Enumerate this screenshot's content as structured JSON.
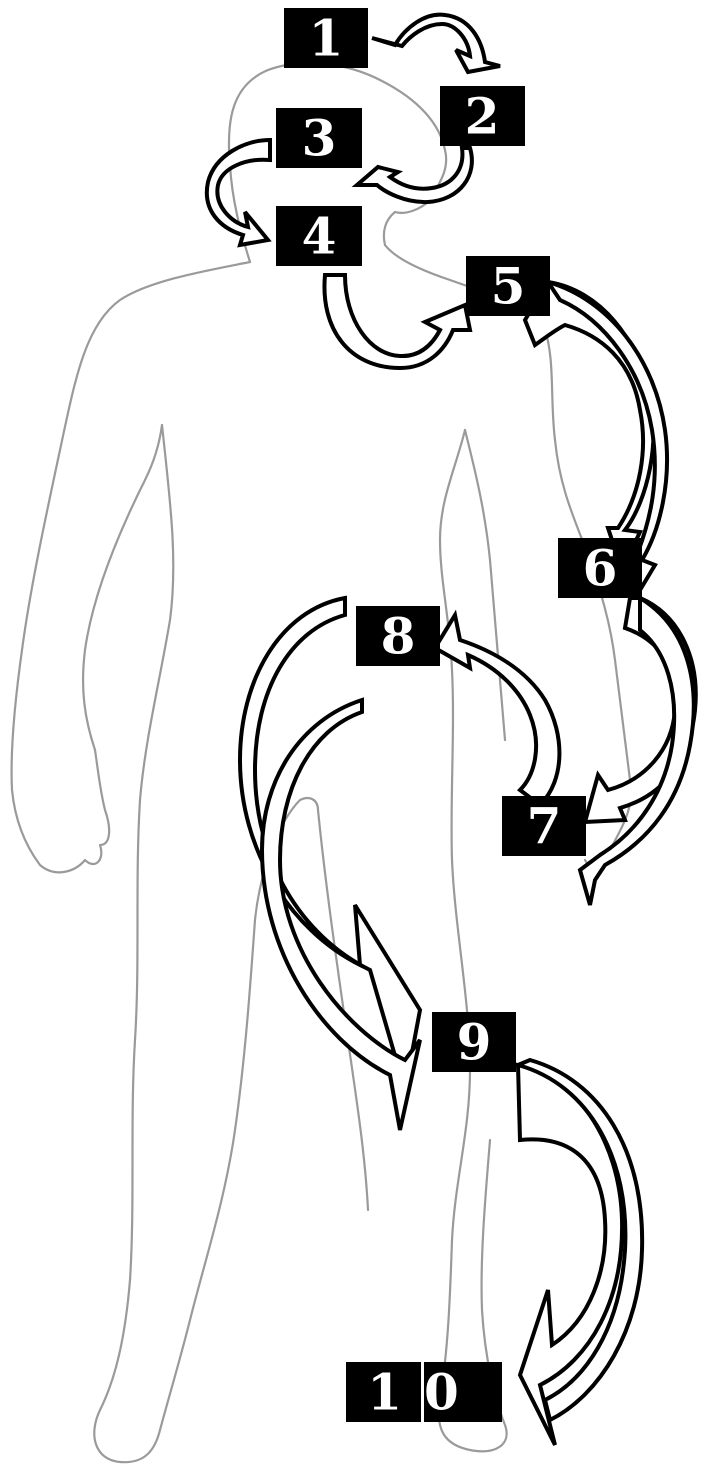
{
  "steps": [
    {
      "label": "1"
    },
    {
      "label": "2"
    },
    {
      "label": "3"
    },
    {
      "label": "4"
    },
    {
      "label": "5"
    },
    {
      "label": "6"
    },
    {
      "label": "7"
    },
    {
      "label": "8"
    },
    {
      "label": "9"
    },
    {
      "label": "10"
    }
  ],
  "colors": {
    "marker_fill": "#000000",
    "marker_text": "#ffffff",
    "outline": "#9a9a9a",
    "arrow_stroke": "#000000",
    "arrow_fill": "#ffffff"
  }
}
